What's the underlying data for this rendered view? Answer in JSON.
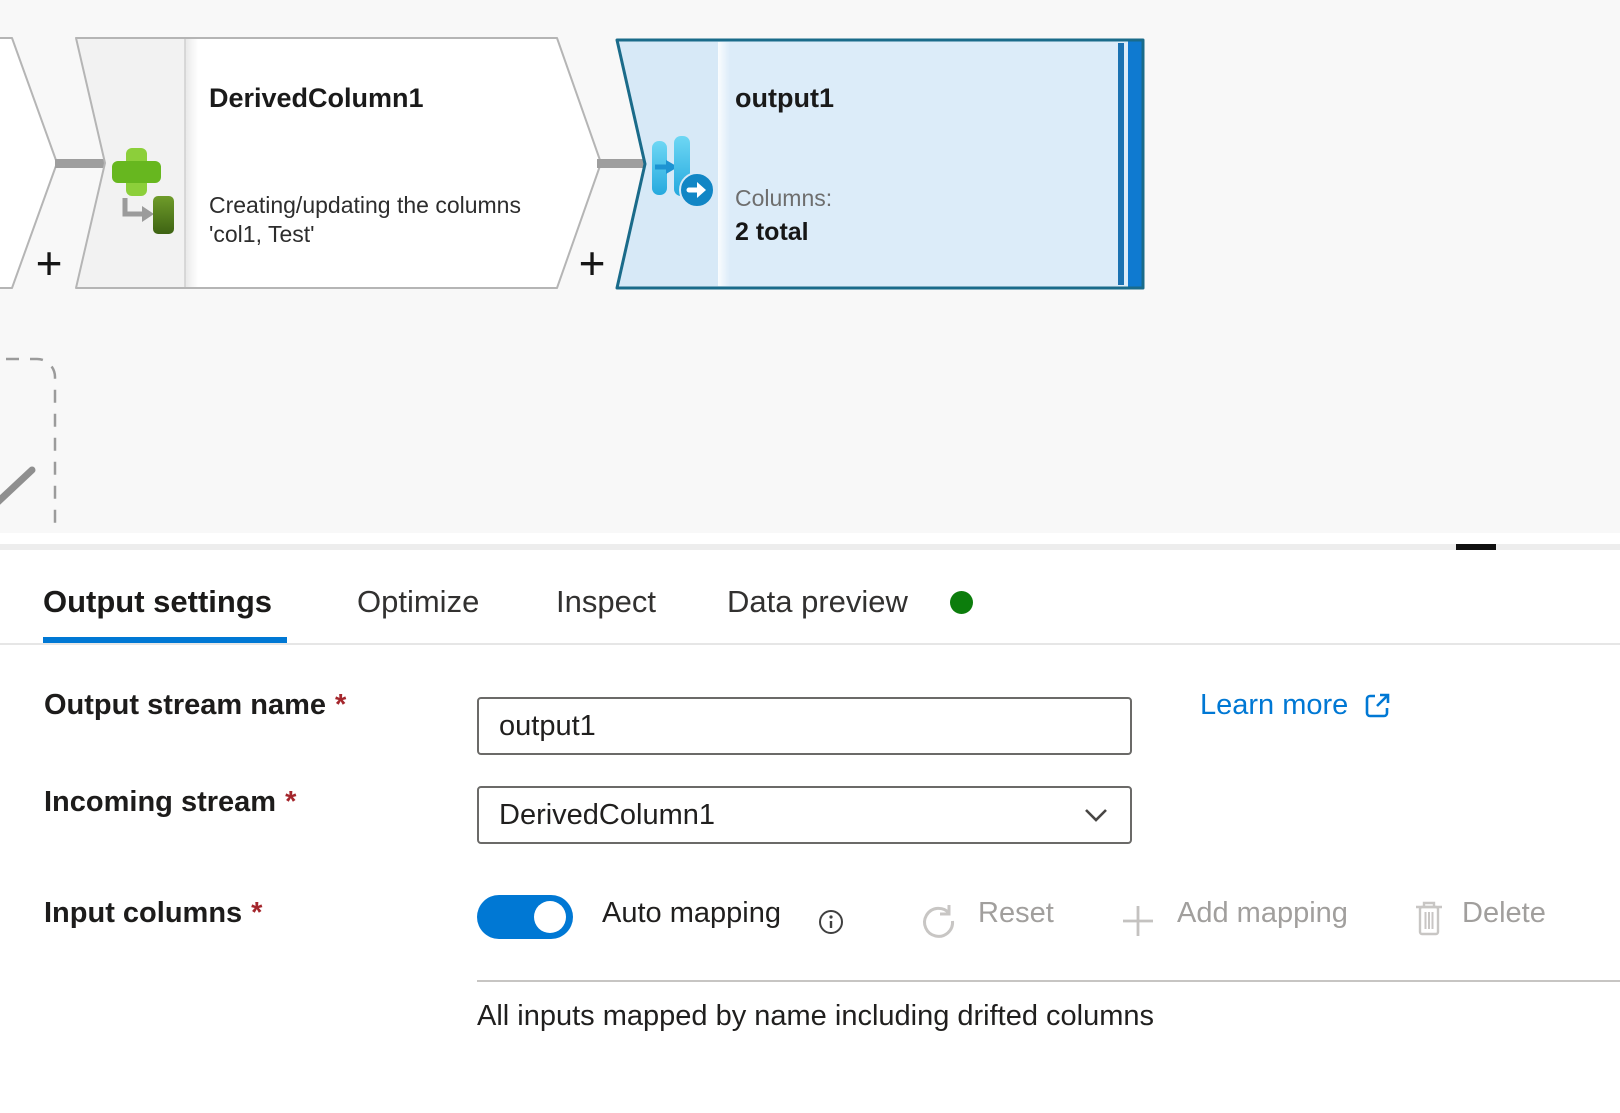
{
  "flow": {
    "derived_node": {
      "title": "DerivedColumn1",
      "desc_line1": "Creating/updating the columns",
      "desc_line2": "'col1, Test'"
    },
    "sink_node": {
      "title": "output1",
      "columns_label": "Columns:",
      "columns_total": "2 total"
    },
    "add_button": "+"
  },
  "tabs": {
    "output_settings": "Output settings",
    "optimize": "Optimize",
    "inspect": "Inspect",
    "data_preview": "Data preview"
  },
  "form": {
    "required_marker": "*",
    "output_stream_label": "Output stream name",
    "output_stream_value": "output1",
    "learn_more": "Learn more",
    "incoming_stream_label": "Incoming stream",
    "incoming_stream_value": "DerivedColumn1",
    "input_columns_label": "Input columns",
    "auto_mapping_label": "Auto mapping",
    "reset_label": "Reset",
    "add_mapping_label": "Add mapping",
    "delete_label": "Delete",
    "mapping_message": "All inputs mapped by name including drifted columns"
  },
  "colors": {
    "accent": "#0078d4",
    "green_dot": "#0c7d0c",
    "selected_node_border": "#1a6b8a",
    "node_border": "#b5b5b5"
  }
}
